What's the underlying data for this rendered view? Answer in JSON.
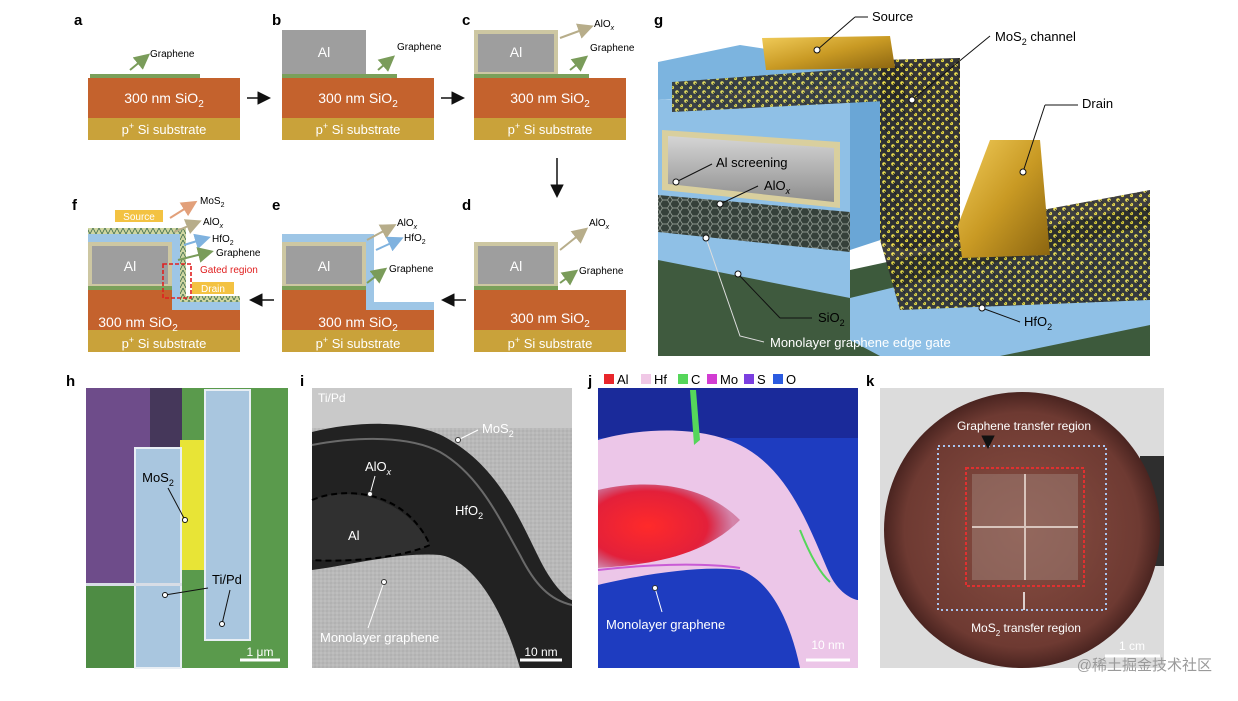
{
  "panels": {
    "a": {
      "letter": "a",
      "graphene": "Graphene",
      "oxide": "300 nm SiO",
      "oxide_sub": "2",
      "substrate_sup": "+",
      "substrate": " Si substrate",
      "substrate_pre": "p"
    },
    "b": {
      "letter": "b",
      "al": "Al",
      "graphene": "Graphene",
      "oxide": "300 nm SiO",
      "oxide_sub": "2",
      "substrate_pre": "p",
      "substrate_sup": "+",
      "substrate": " Si substrate"
    },
    "c": {
      "letter": "c",
      "al": "Al",
      "alox": "AlO",
      "alox_sub": "x",
      "graphene": "Graphene",
      "oxide": "300 nm SiO",
      "oxide_sub": "2",
      "substrate_pre": "p",
      "substrate_sup": "+",
      "substrate": " Si substrate"
    },
    "d": {
      "letter": "d",
      "al": "Al",
      "alox": "AlO",
      "alox_sub": "x",
      "graphene": "Graphene",
      "oxide": "300 nm SiO",
      "oxide_sub": "2",
      "substrate_pre": "p",
      "substrate_sup": "+",
      "substrate": " Si substrate"
    },
    "e": {
      "letter": "e",
      "al": "Al",
      "alox": "AlO",
      "alox_sub": "x",
      "hfo": "HfO",
      "hfo_sub": "2",
      "graphene": "Graphene",
      "oxide": "300 nm SiO",
      "oxide_sub": "2",
      "substrate_pre": "p",
      "substrate_sup": "+",
      "substrate": " Si substrate"
    },
    "f": {
      "letter": "f",
      "al": "Al",
      "source": "Source",
      "drain": "Drain",
      "mos": "MoS",
      "mos_sub": "2",
      "alox": "AlO",
      "alox_sub": "x",
      "hfo": "HfO",
      "hfo_sub": "2",
      "graphene": "Graphene",
      "gated": "Gated region",
      "oxide": "300 nm SiO",
      "oxide_sub": "2",
      "substrate_pre": "p",
      "substrate_sup": "+",
      "substrate": " Si substrate"
    },
    "g": {
      "letter": "g",
      "source": "Source",
      "channel": "MoS",
      "channel_sub": "2",
      "channel_rest": " channel",
      "drain": "Drain",
      "al_screen": "Al screening",
      "alox": "AlO",
      "alox_sub": "x",
      "sio": "SiO",
      "sio_sub": "2",
      "hfo": "HfO",
      "hfo_sub": "2",
      "edge_gate": "Monolayer graphene edge gate"
    },
    "h": {
      "letter": "h",
      "mos": "MoS",
      "mos_sub": "2",
      "tipd": "Ti/Pd",
      "scale": "1 μm"
    },
    "i": {
      "letter": "i",
      "tipd": "Ti/Pd",
      "mos": "MoS",
      "mos_sub": "2",
      "alox": "AlO",
      "alox_sub": "x",
      "hfo": "HfO",
      "hfo_sub": "2",
      "al": "Al",
      "graphene": "Monolayer graphene",
      "scale": "10 nm"
    },
    "j": {
      "letter": "j",
      "legend": [
        {
          "label": "Al",
          "color": "#e8262b"
        },
        {
          "label": "Hf",
          "color": "#f0c8e6"
        },
        {
          "label": "C",
          "color": "#55d65a"
        },
        {
          "label": "Mo",
          "color": "#d23cd2"
        },
        {
          "label": "S",
          "color": "#7b3fe0"
        },
        {
          "label": "O",
          "color": "#2b5be0"
        }
      ],
      "graphene": "Monolayer graphene",
      "scale": "10 nm"
    },
    "k": {
      "letter": "k",
      "graphene_region": "Graphene transfer region",
      "mos_region": "MoS",
      "mos_region_sub": "2",
      "mos_region_rest": " transfer region",
      "scale": "1 cm",
      "watermark": "@稀土掘金技术社区"
    }
  },
  "colors": {
    "sio2": "#c4622d",
    "substrate": "#c9a23a",
    "al": "#9e9e9e",
    "hfo2": "#9ec6e6",
    "graphene": "#7aa05a",
    "gated_box": "#e02020"
  }
}
